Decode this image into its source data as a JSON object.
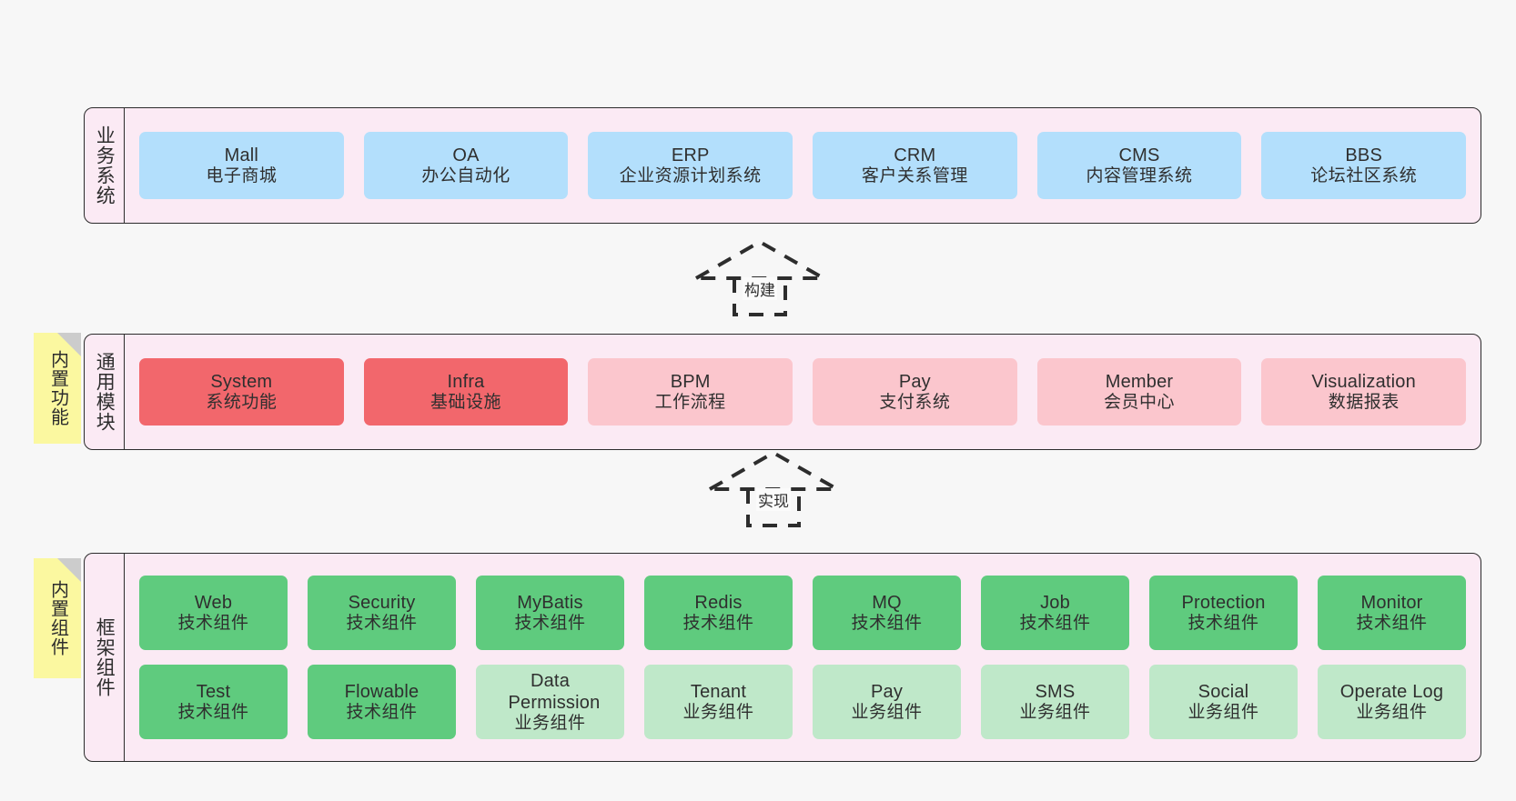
{
  "diagram": {
    "title": "ruoyi-vue-pro architecture layers",
    "background": "#f7f7f7"
  },
  "colors": {
    "panel_bg": "#fbeaf4",
    "panel_border": "#2b2b2b",
    "blue": "#b3dffc",
    "red": "#f2676c",
    "pink": "#fbc6cd",
    "green": "#5fcb7e",
    "light_green": "#bfe8c9",
    "note_yellow": "#fbf8a0",
    "note_fold": "#cccccc",
    "text": "#2f2f2f"
  },
  "notes": [
    {
      "label": "内置功能"
    },
    {
      "label": "内置组件"
    }
  ],
  "connectors": [
    {
      "label": "构建",
      "style": "dashed-generalization",
      "direction": "up"
    },
    {
      "label": "实现",
      "style": "dashed-generalization",
      "direction": "up"
    }
  ],
  "layers": [
    {
      "id": "business-systems",
      "title": "业务系统",
      "rows": [
        {
          "cards": [
            {
              "en": "Mall",
              "cn": "电子商城",
              "color": "blue"
            },
            {
              "en": "OA",
              "cn": "办公自动化",
              "color": "blue"
            },
            {
              "en": "ERP",
              "cn": "企业资源计划系统",
              "color": "blue"
            },
            {
              "en": "CRM",
              "cn": "客户关系管理",
              "color": "blue"
            },
            {
              "en": "CMS",
              "cn": "内容管理系统",
              "color": "blue"
            },
            {
              "en": "BBS",
              "cn": "论坛社区系统",
              "color": "blue"
            }
          ]
        }
      ]
    },
    {
      "id": "common-modules",
      "title": "通用模块",
      "rows": [
        {
          "cards": [
            {
              "en": "System",
              "cn": "系统功能",
              "color": "red"
            },
            {
              "en": "Infra",
              "cn": "基础设施",
              "color": "red"
            },
            {
              "en": "BPM",
              "cn": "工作流程",
              "color": "pink"
            },
            {
              "en": "Pay",
              "cn": "支付系统",
              "color": "pink"
            },
            {
              "en": "Member",
              "cn": "会员中心",
              "color": "pink"
            },
            {
              "en": "Visualization",
              "cn": "数据报表",
              "color": "pink"
            }
          ]
        }
      ]
    },
    {
      "id": "framework-components",
      "title": "框架组件",
      "rows": [
        {
          "cards": [
            {
              "en": "Web",
              "cn": "技术组件",
              "color": "green"
            },
            {
              "en": "Security",
              "cn": "技术组件",
              "color": "green"
            },
            {
              "en": "MyBatis",
              "cn": "技术组件",
              "color": "green"
            },
            {
              "en": "Redis",
              "cn": "技术组件",
              "color": "green"
            },
            {
              "en": "MQ",
              "cn": "技术组件",
              "color": "green"
            },
            {
              "en": "Job",
              "cn": "技术组件",
              "color": "green"
            },
            {
              "en": "Protection",
              "cn": "技术组件",
              "color": "green"
            },
            {
              "en": "Monitor",
              "cn": "技术组件",
              "color": "green"
            }
          ]
        },
        {
          "cards": [
            {
              "en": "Test",
              "cn": "技术组件",
              "color": "green"
            },
            {
              "en": "Flowable",
              "cn": "技术组件",
              "color": "green"
            },
            {
              "en": "Data Permission",
              "cn": "业务组件",
              "color": "light_green"
            },
            {
              "en": "Tenant",
              "cn": "业务组件",
              "color": "light_green"
            },
            {
              "en": "Pay",
              "cn": "业务组件",
              "color": "light_green"
            },
            {
              "en": "SMS",
              "cn": "业务组件",
              "color": "light_green"
            },
            {
              "en": "Social",
              "cn": "业务组件",
              "color": "light_green"
            },
            {
              "en": "Operate Log",
              "cn": "业务组件",
              "color": "light_green"
            }
          ]
        }
      ]
    }
  ]
}
